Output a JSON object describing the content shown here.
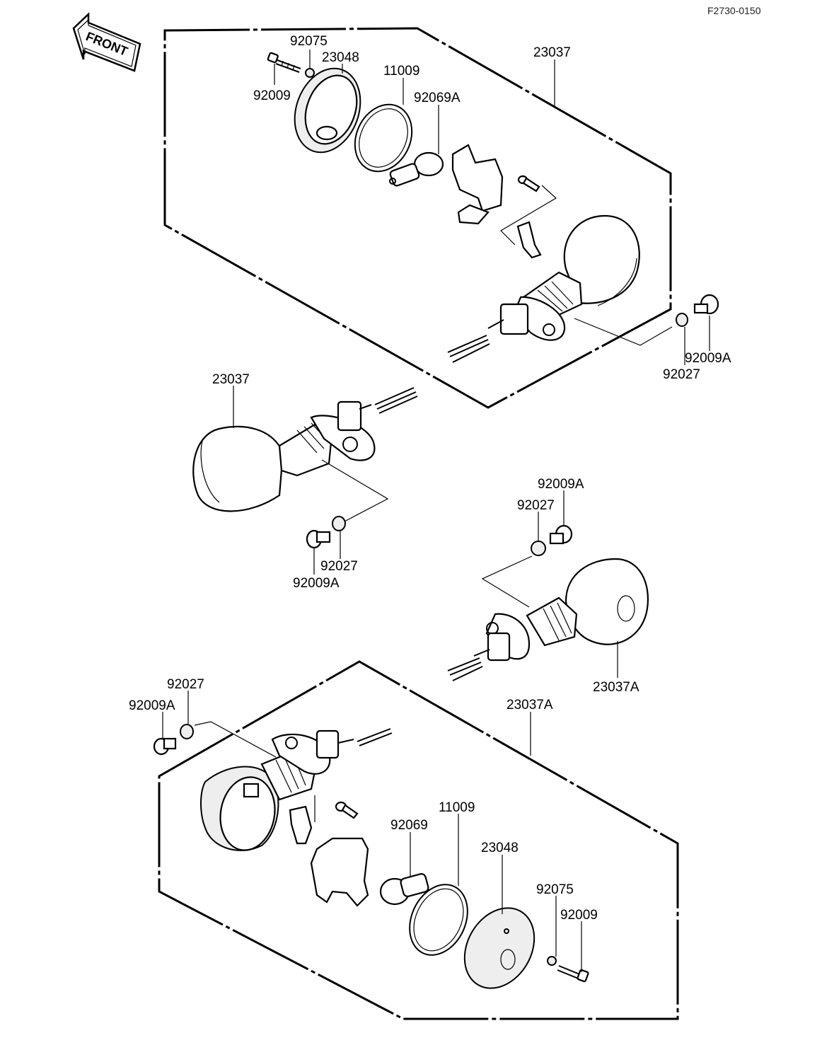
{
  "diagram_code": "F2730-0150",
  "front_label": "FRONT",
  "labels": {
    "a1_92075": "92075",
    "a1_23048": "23048",
    "a1_92009": "92009",
    "a1_11009": "11009",
    "a1_92069A": "92069A",
    "a1_23037": "23037",
    "a1_92009A": "92009A",
    "a1_92027": "92027",
    "m_23037": "23037",
    "m_92027": "92027",
    "m_92009A": "92009A",
    "r_92009A": "92009A",
    "r_92027": "92027",
    "r_23037A": "23037A",
    "b_92027": "92027",
    "b_92009A": "92009A",
    "b_23037A": "23037A",
    "b_92069": "92069",
    "b_11009": "11009",
    "b_23048": "23048",
    "b_92075": "92075",
    "b_92009": "92009"
  }
}
